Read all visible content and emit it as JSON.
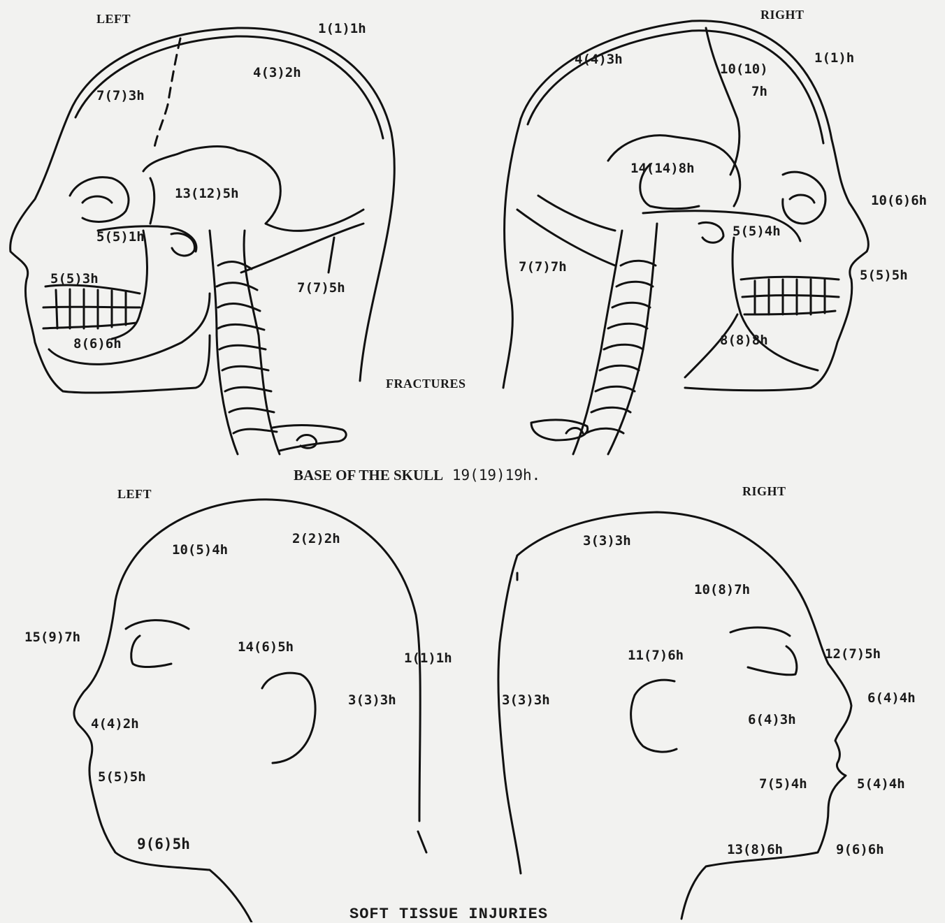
{
  "fractures": {
    "left_heading": "LEFT",
    "right_heading": "RIGHT",
    "section_label": "FRACTURES",
    "base_caption_bold": "BASE OF THE SKULL",
    "base_caption_value": "19(19)19h.",
    "left_labels": [
      "1(1)1h",
      "4(3)2h",
      "7(7)3h",
      "13(12)5h",
      "5(5)1h",
      "5(5)3h",
      "7(7)5h",
      "8(6)6h"
    ],
    "right_labels": [
      "4(4)3h",
      "10(10)",
      "7h",
      "1(1)h",
      "14(14)8h",
      "10(6)6h",
      "5(5)4h",
      "7(7)7h",
      "5(5)5h",
      "8(8)8h"
    ]
  },
  "soft_tissue": {
    "left_heading": "LEFT",
    "right_heading": "RIGHT",
    "caption": "SOFT TISSUE INJURIES",
    "left_labels": [
      "10(5)4h",
      "2(2)2h",
      "15(9)7h",
      "14(6)5h",
      "1(1)1h",
      "3(3)3h",
      "4(4)2h",
      "5(5)5h",
      "9(6)5h"
    ],
    "right_labels": [
      "3(3)3h",
      "10(8)7h",
      "11(7)6h",
      "12(7)5h",
      "3(3)3h",
      "6(4)4h",
      "6(4)3h",
      "7(5)4h",
      "5(4)4h",
      "13(8)6h",
      "9(6)6h"
    ]
  }
}
